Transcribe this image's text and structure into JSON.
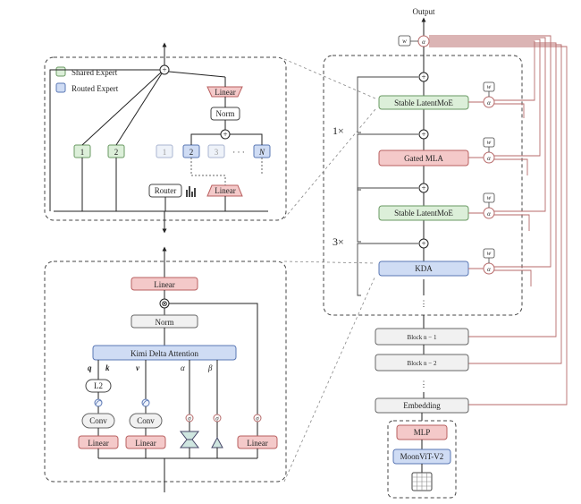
{
  "top": {
    "output": "Output"
  },
  "stack": {
    "stable_latent_moe_1": "Stable LatentMoE",
    "gated_mla": "Gated MLA",
    "stable_latent_moe_2": "Stable LatentMoE",
    "kda": "KDA",
    "repeat_1x": "1×",
    "repeat_3x": "3×",
    "block_n_1": "Block n − 1",
    "block_n_2": "Block n − 2",
    "embedding": "Embedding",
    "mlp": "MLP",
    "moonvit": "MoonViT-V2",
    "alpha": "α",
    "w": "w",
    "plus": "+",
    "dots": "⋮"
  },
  "moe": {
    "legend_shared": "Shared Expert",
    "legend_routed": "Routed Expert",
    "linear_top": "Linear",
    "norm": "Norm",
    "linear_bottom": "Linear",
    "router": "Router",
    "expert_1": "1",
    "expert_2": "2",
    "routed_1": "1",
    "routed_2": "2",
    "routed_3": "3",
    "routed_dots": "· · ·",
    "routed_n": "N",
    "plus": "+"
  },
  "attn": {
    "linear_top": "Linear",
    "norm": "Norm",
    "kda": "Kimi Delta Attention",
    "l2": "L2",
    "conv_1": "Conv",
    "conv_2": "Conv",
    "linear_1": "Linear",
    "linear_2": "Linear",
    "linear_3": "Linear",
    "q": "q",
    "k": "k",
    "v": "v",
    "alpha": "α",
    "beta": "β",
    "sigma": "σ",
    "times": "⊗"
  },
  "colors": {
    "green_fill": "#dcefd9",
    "green_stroke": "#6a9a63",
    "red_fill": "#f4c9c9",
    "red_stroke": "#b96060",
    "blue_fill": "#cfdcf4",
    "blue_stroke": "#5a77b4",
    "gray_fill": "#f1f1f1",
    "gray_stroke": "#666666",
    "residual_red": "#b76a6a"
  }
}
